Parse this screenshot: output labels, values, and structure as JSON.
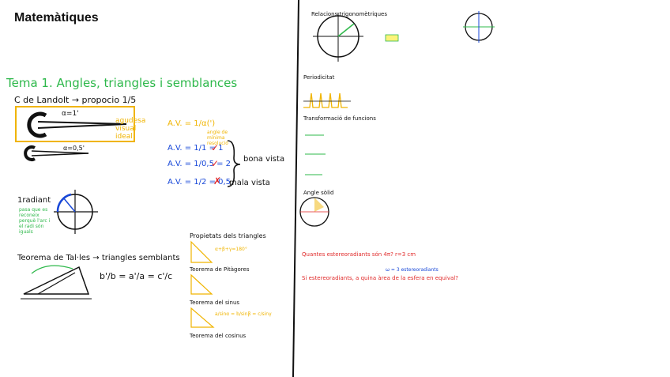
{
  "page": {
    "title": "Matemàtiques"
  },
  "colors": {
    "green": "#2db84a",
    "yellow": "#f0b400",
    "black": "#111111",
    "red": "#e02020",
    "blue": "#1747d8"
  },
  "left": {
    "heading": "Tema 1. Angles, triangles i semblances",
    "c_landolt": "C de Landolt → propocio 1/5",
    "alpha1": "α=1'",
    "alpha05": "α=0,5'",
    "agudesa": "agudesa visual ideal",
    "radiant": "1radiant",
    "radiant_note": "pasa que es reconeix perquè l'arc i el radi són iguals",
    "tales": "Teorema de Tal·les → triangles semblants",
    "tales_eq": "b'/b = a'/a = c'/c"
  },
  "middle": {
    "av_def": "A.V. = 1/α(')",
    "av_def_note": "angle de mínima resolució",
    "av1": "A.V. = 1/1 = 1",
    "av2": "A.V. = 1/0,5 = 2",
    "av3": "A.V. = 1/2 = 0,5",
    "bona_vista": "bona vista",
    "mala_vista": "mala vista",
    "propietats": "Propietats dels triangles",
    "pitagores": "Teorema de Pitàgores",
    "sinus": "Teorema del sinus",
    "cosinus": "Teorema del cosinus",
    "sum_angles": "α+β+γ=180°",
    "sinus_eq": "a/sinα = b/sinβ = c/sinγ"
  },
  "right": {
    "relacions": "Relacions trigonomètriques",
    "periodicitat": "Periodicitat",
    "transform": "Transformació de funcions",
    "angle_solid": "Angle sòlid",
    "question1": "Quantes estereoradiants són 4π? r=3 cm",
    "question2": "Si estereoradiants, a quina àrea de la esfera en equival?",
    "result": "ω = 3 estereoradiants"
  }
}
